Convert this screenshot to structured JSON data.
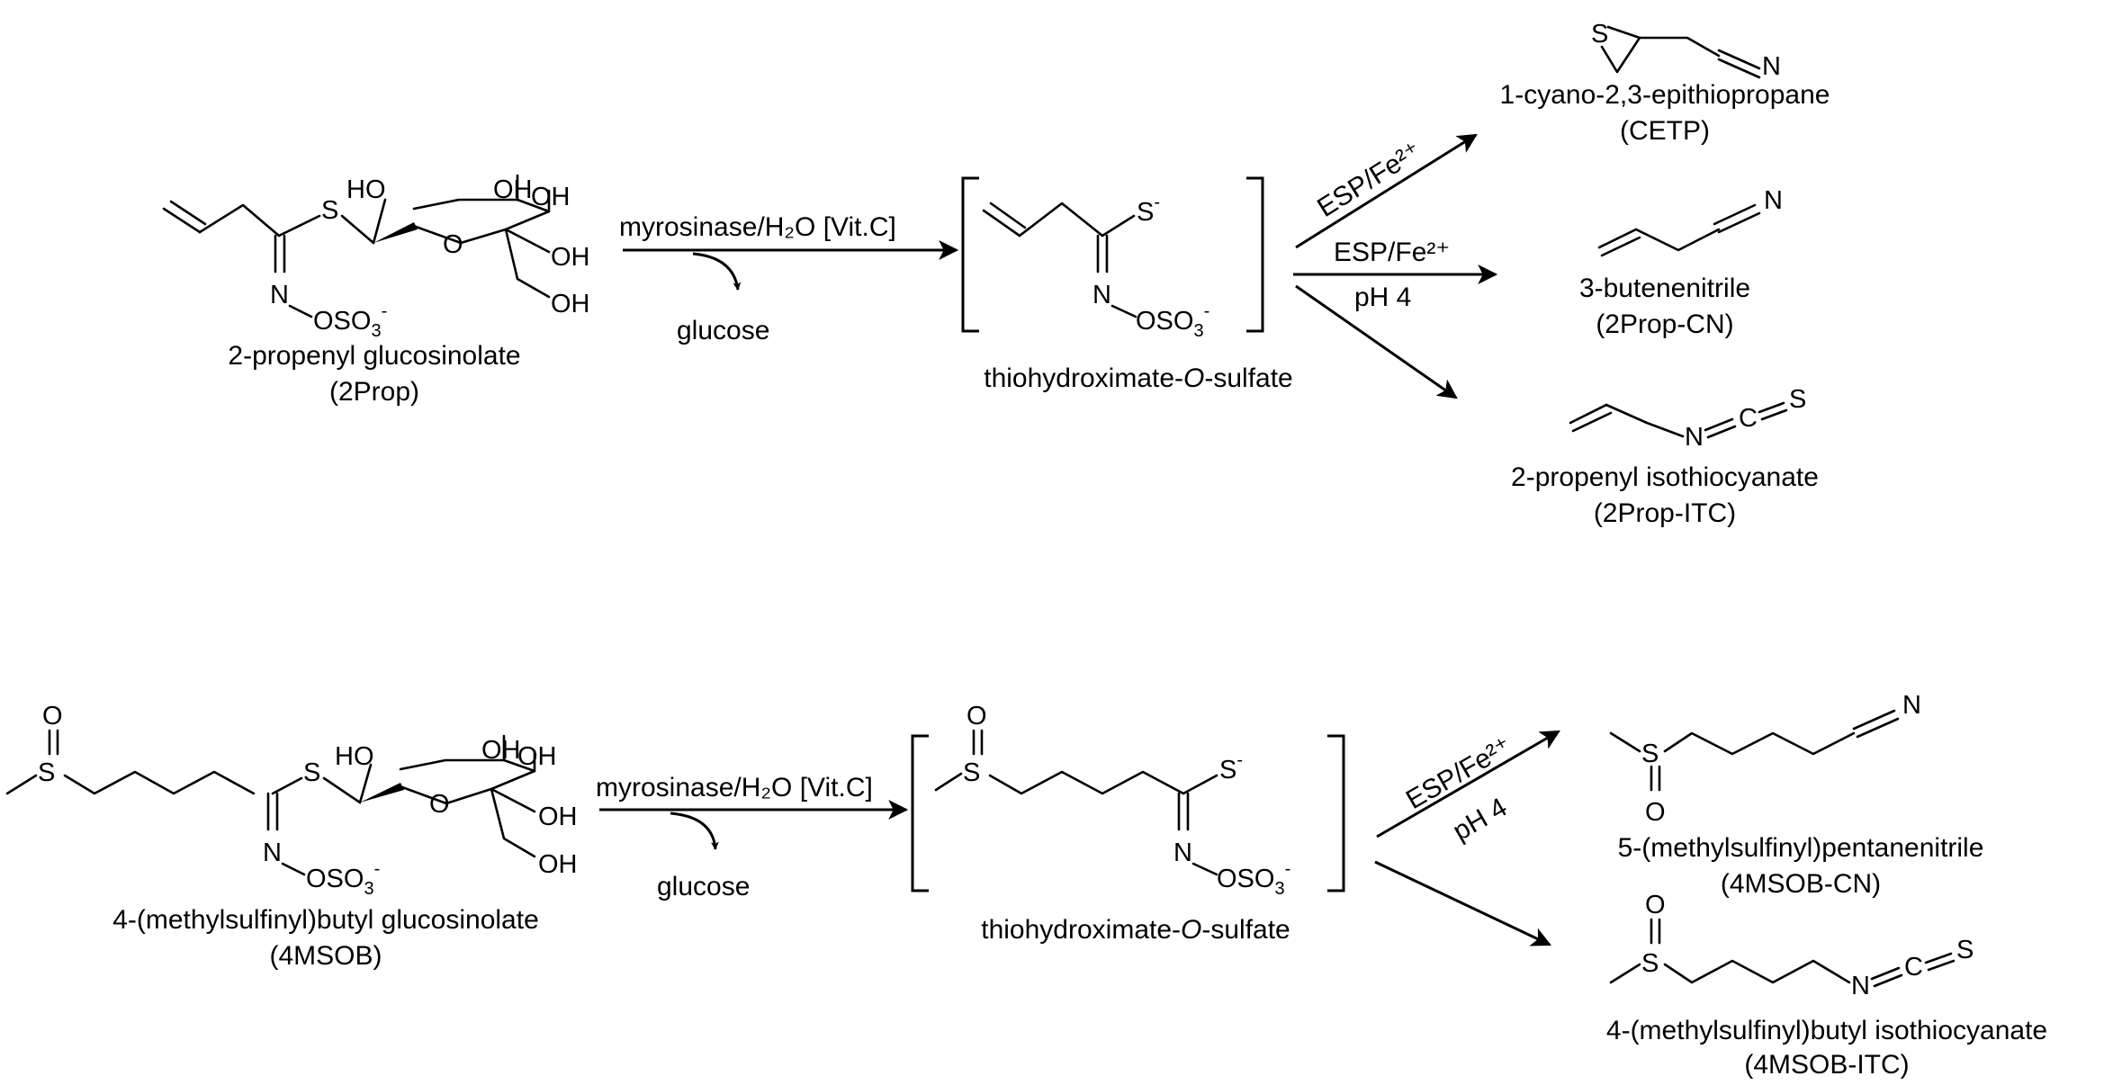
{
  "colors": {
    "ink": "#000000",
    "background": "#ffffff"
  },
  "top_row": {
    "substrate": {
      "name": "2-propenyl glucosinolate",
      "abbr": "(2Prop)"
    },
    "reagent": "myrosinase/H₂O [Vit.C]",
    "byproduct": "glucose",
    "intermediate": {
      "name_prefix": "thiohydroximate-",
      "name_italic": "O",
      "name_suffix": "-sulfate"
    },
    "branch_labels": {
      "upper": "ESP/Fe²⁺",
      "middle_top": "ESP/Fe²⁺",
      "middle_bottom": "pH 4"
    },
    "products": [
      {
        "name": "1-cyano-2,3-epithiopropane",
        "abbr": "(CETP)"
      },
      {
        "name": "3-butenenitrile",
        "abbr": "(2Prop-CN)"
      },
      {
        "name": "2-propenyl isothiocyanate",
        "abbr": "(2Prop-ITC)"
      }
    ]
  },
  "bottom_row": {
    "substrate": {
      "name": "4-(methylsulfinyl)butyl glucosinolate",
      "abbr": "(4MSOB)"
    },
    "reagent": "myrosinase/H₂O [Vit.C]",
    "byproduct": "glucose",
    "intermediate": {
      "name_prefix": "thiohydroximate-",
      "name_italic": "O",
      "name_suffix": "-sulfate"
    },
    "branch_labels": {
      "upper_top": "ESP/Fe²⁺",
      "upper_bottom": "pH 4"
    },
    "products": [
      {
        "name": "5-(methylsulfinyl)pentanenitrile",
        "abbr": "(4MSOB-CN)"
      },
      {
        "name": "4-(methylsulfinyl)butyl isothiocyanate",
        "abbr": "(4MSOB-ITC)"
      }
    ]
  },
  "atoms": {
    "S": "S",
    "O": "O",
    "N": "N",
    "C": "C",
    "HO": "HO",
    "OH": "OH",
    "OSO": "OSO",
    "three": "3",
    "minus": "-",
    "thiolate": "S"
  }
}
